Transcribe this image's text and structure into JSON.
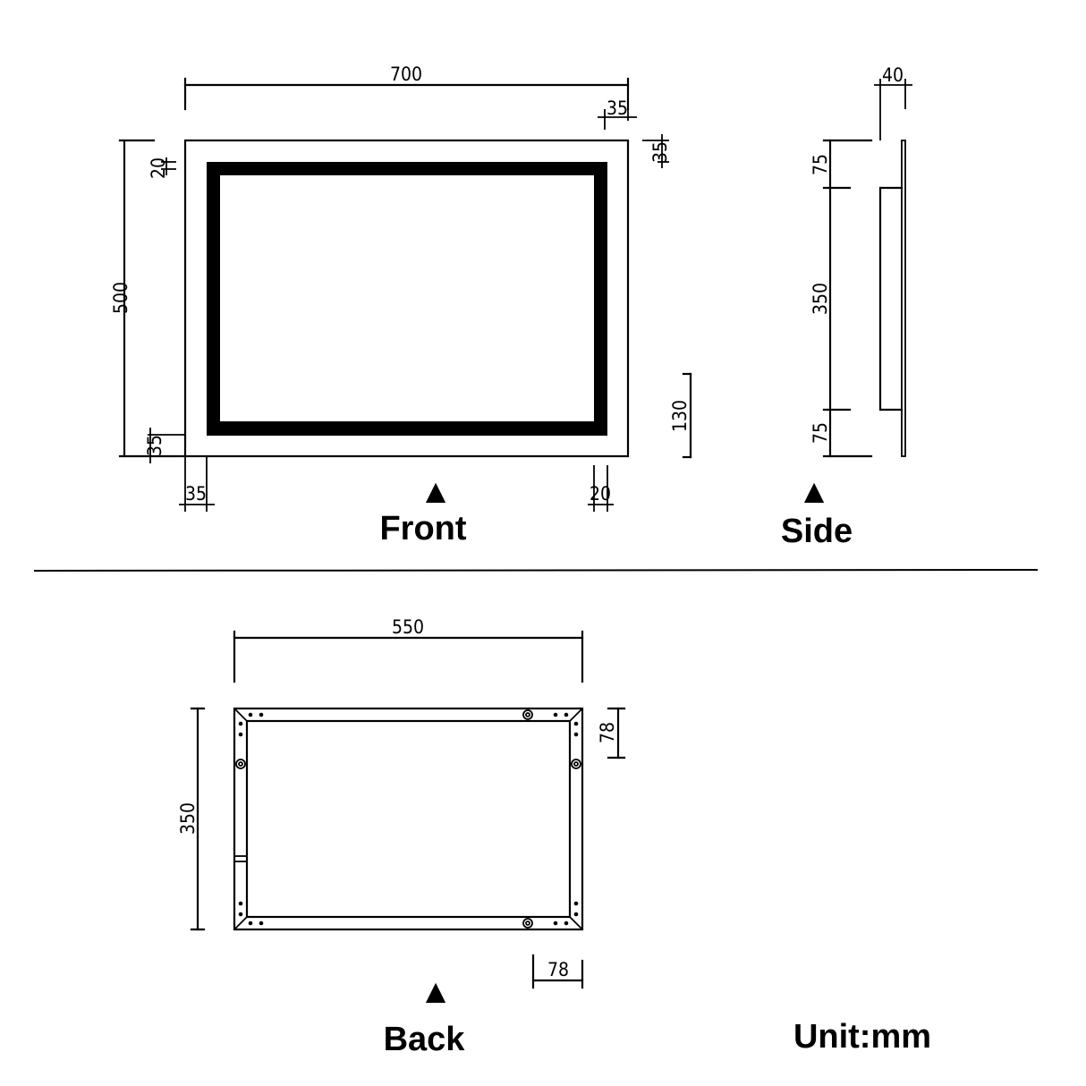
{
  "colors": {
    "line": "#000000",
    "background": "#ffffff"
  },
  "front": {
    "title": "Front",
    "marker": "▲",
    "dims": {
      "width": "700",
      "height": "500",
      "top_right_offset_x": "35",
      "top_right_offset_y": "35",
      "led_strip_top": "20",
      "bottom_left_offset_y": "35",
      "bottom_left_offset_x": "35",
      "led_strip_right": "20",
      "switch_height": "130"
    }
  },
  "side": {
    "title": "Side",
    "marker": "▲",
    "dims": {
      "depth": "40",
      "top_gap": "75",
      "box_height": "350",
      "bottom_gap": "75"
    }
  },
  "back": {
    "title": "Back",
    "marker": "▲",
    "dims": {
      "width": "550",
      "height": "350",
      "hanger_offset_y": "78",
      "hanger_offset_x": "78"
    }
  },
  "unit_label": "Unit:mm"
}
